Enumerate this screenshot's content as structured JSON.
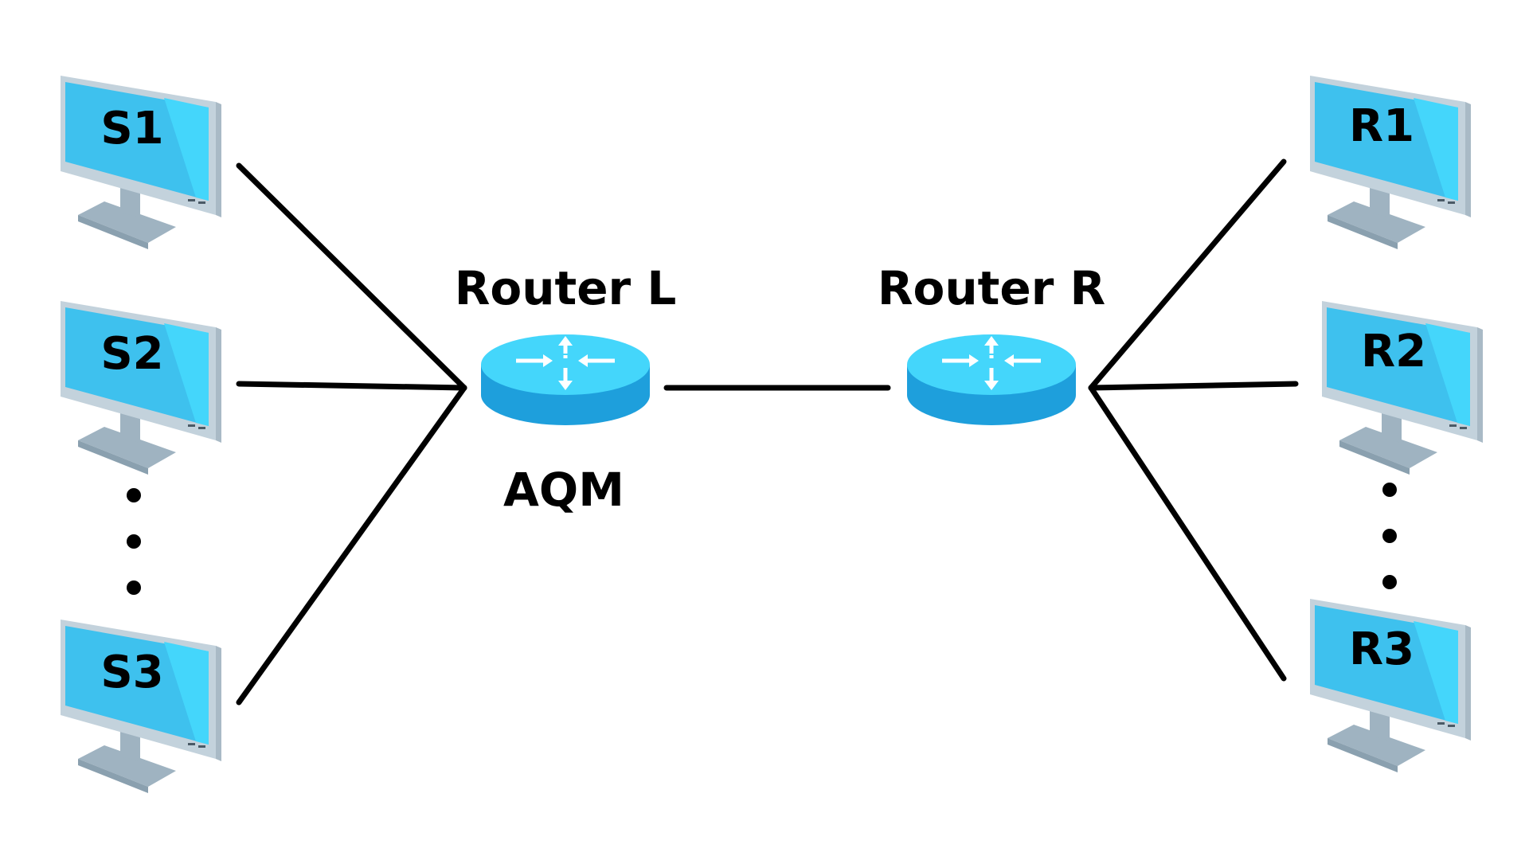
{
  "diagram": {
    "senders": [
      {
        "label": "S1"
      },
      {
        "label": "S2"
      },
      {
        "label": "S3"
      }
    ],
    "receivers": [
      {
        "label": "R1"
      },
      {
        "label": "R2"
      },
      {
        "label": "R3"
      }
    ],
    "routers": [
      {
        "label": "Router L",
        "annotation": "AQM"
      },
      {
        "label": "Router R"
      }
    ],
    "colors": {
      "screen": "#3ec1ee",
      "screen_highlight": "#44d6fb",
      "monitor_body": "#c3d2dc",
      "stand": "#9fb3c1",
      "router_top": "#44d6fb",
      "router_side": "#1e9fdc",
      "link": "#000000"
    },
    "icons": {
      "host": "desktop-computer-icon",
      "router": "router-icon",
      "ellipsis": "vertical-ellipsis"
    }
  }
}
